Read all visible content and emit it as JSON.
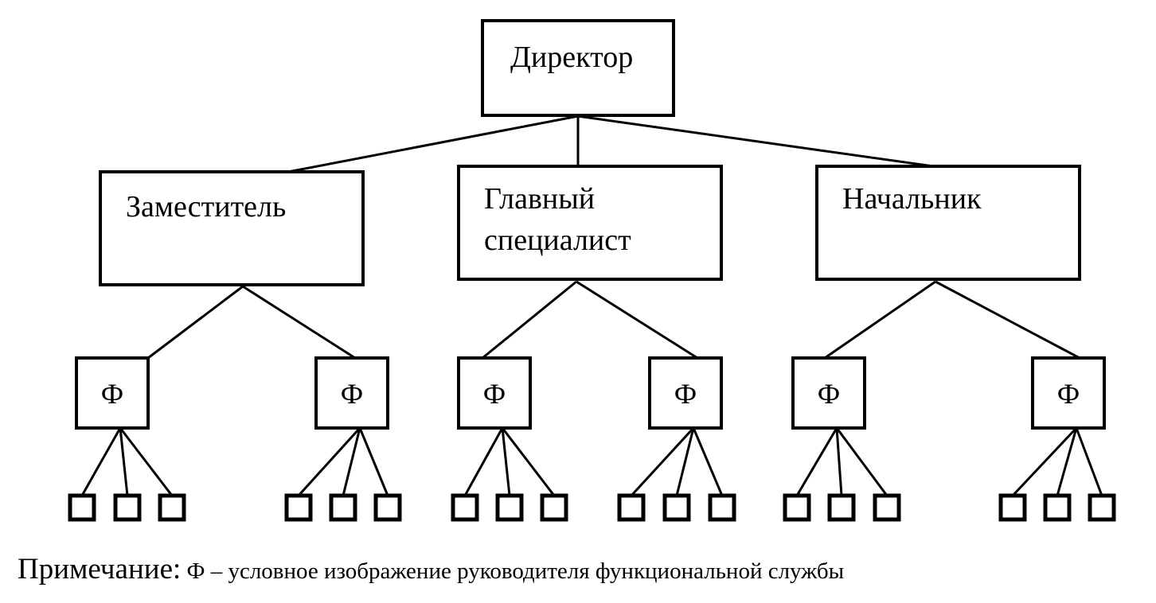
{
  "diagram": {
    "root": {
      "label": "Директор"
    },
    "managers": [
      {
        "label_lines": [
          "Заместитель"
        ],
        "functions": [
          {
            "label": "Ф",
            "leaf_count": 3
          },
          {
            "label": "Ф",
            "leaf_count": 3
          }
        ]
      },
      {
        "label_lines": [
          "Главный",
          "специалист"
        ],
        "functions": [
          {
            "label": "Ф",
            "leaf_count": 3
          },
          {
            "label": "Ф",
            "leaf_count": 3
          }
        ]
      },
      {
        "label_lines": [
          "Начальник"
        ],
        "functions": [
          {
            "label": "Ф",
            "leaf_count": 3
          },
          {
            "label": "Ф",
            "leaf_count": 3
          }
        ]
      }
    ]
  },
  "note": {
    "label": "Примечание:",
    "text": " Ф – условное изображение руководителя функциональной службы"
  }
}
